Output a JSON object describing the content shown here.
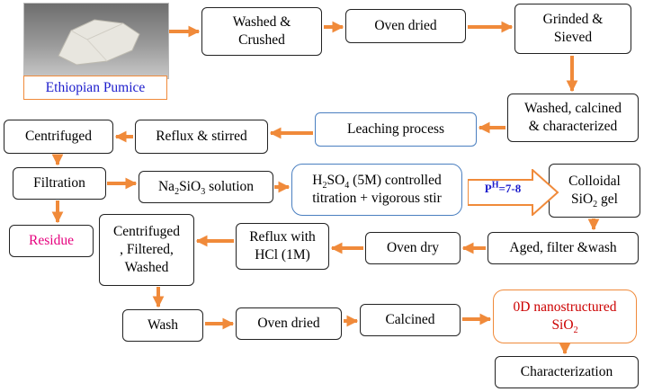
{
  "source_caption": "Ethiopian Pumice",
  "steps": {
    "washed_crushed": [
      "Washed &",
      "Crushed"
    ],
    "oven_dried_1": "Oven dried",
    "grinded_sieved": [
      "Grinded &",
      "Sieved"
    ],
    "washed_calcined": [
      "Washed, calcined",
      "& characterized"
    ],
    "leaching": "Leaching process",
    "reflux_stirred": "Reflux & stirred",
    "centrifuged_1": "Centrifuged",
    "filtration": "Filtration",
    "residue": "Residue",
    "na2sio3": {
      "pre": "Na",
      "sub1": "2",
      "mid": "SiO",
      "sub2": "3",
      "post": " solution"
    },
    "h2so4": {
      "pre": "H",
      "sub1": "2",
      "mid": "SO",
      "sub2": "4",
      "post": " (5M) controlled",
      "line2": "titration + vigorous stir"
    },
    "ph": {
      "p": "P",
      "sup": "H",
      "rest": "=7-8"
    },
    "colloidal": {
      "line1": "Colloidal",
      "pre": "SiO",
      "sub": "2",
      "post": " gel"
    },
    "aged": "Aged, filter &wash",
    "oven_dry": "Oven dry",
    "reflux_hcl": [
      "Reflux with",
      "HCl (1M)"
    ],
    "centrifuged_2": [
      "Centrifuged",
      ", Filtered,",
      "Washed"
    ],
    "wash": "Wash",
    "oven_dried_2": "Oven dried",
    "calcined": "Calcined",
    "nano": {
      "line1": "0D nanostructured",
      "pre": "SiO",
      "sub": "2"
    },
    "characterization": "Characterization"
  },
  "colors": {
    "arrow": "#f08a3a",
    "box_border": "#222222",
    "blue_border": "#4a7fc0",
    "orange_border": "#f08a3a",
    "caption_text": "#1c1ccc",
    "nano_text": "#cc0000",
    "residue_text": "#e6007e"
  }
}
